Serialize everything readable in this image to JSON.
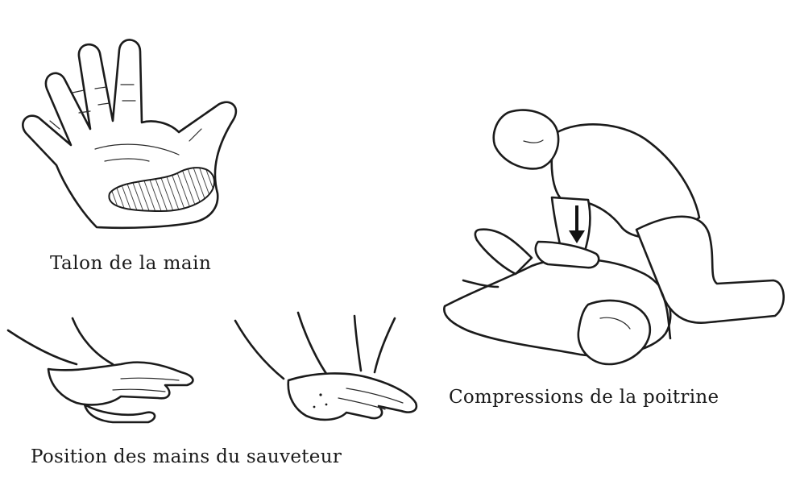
{
  "captions": {
    "palm": "Talon de la main",
    "hands": "Position des mains du sauveteur",
    "chest": "Compressions de la poitrine"
  }
}
